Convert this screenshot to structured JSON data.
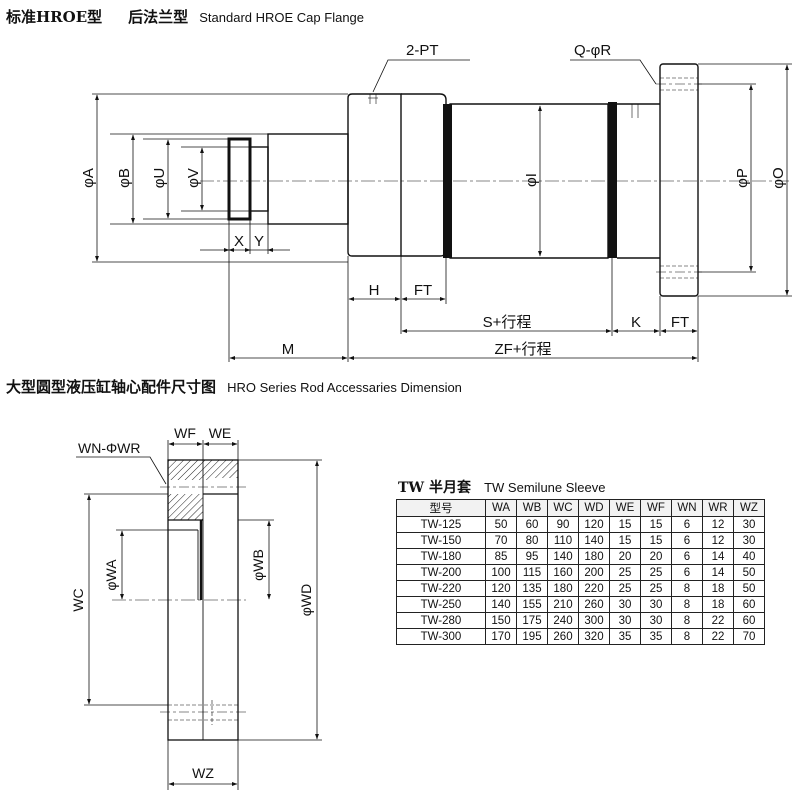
{
  "top_heading": {
    "zh_a": "标准HROE型",
    "zh_b": "后法兰型",
    "en": "Standard HROE  Cap Flange"
  },
  "rod_diagram_labels": {
    "pt": "2-PT",
    "q_r": "Q-φR",
    "dia_a": "φA",
    "dia_b": "φB",
    "dia_u": "φU",
    "dia_v": "φV",
    "dia_i": "φI",
    "dia_p": "φP",
    "dia_o": "φO",
    "x": "X",
    "y": "Y",
    "h": "H",
    "ft_left": "FT",
    "s_stroke": "S+行程",
    "k": "K",
    "ft_right": "FT",
    "m": "M",
    "zf_stroke": "ZF+行程"
  },
  "section_heading": {
    "zh": "大型圆型液压缸轴心配件尺寸图",
    "en": "HRO Series Rod Accessaries Dimension"
  },
  "sleeve_diagram_labels": {
    "wf": "WF",
    "we": "WE",
    "wn_wr": "WN-ΦWR",
    "wc": "WC",
    "wa": "φWA",
    "wb": "φWB",
    "wd": "φWD",
    "wz": "WZ"
  },
  "tw_table": {
    "title_zh": "TW 半月套",
    "title_en": "TW Semilune Sleeve",
    "headers": [
      "型号",
      "WA",
      "WB",
      "WC",
      "WD",
      "WE",
      "WF",
      "WN",
      "WR",
      "WZ"
    ],
    "rows": [
      [
        "TW-125",
        "50",
        "60",
        "90",
        "120",
        "15",
        "15",
        "6",
        "12",
        "30"
      ],
      [
        "TW-150",
        "70",
        "80",
        "110",
        "140",
        "15",
        "15",
        "6",
        "12",
        "30"
      ],
      [
        "TW-180",
        "85",
        "95",
        "140",
        "180",
        "20",
        "20",
        "6",
        "14",
        "40"
      ],
      [
        "TW-200",
        "100",
        "115",
        "160",
        "200",
        "25",
        "25",
        "6",
        "14",
        "50"
      ],
      [
        "TW-220",
        "120",
        "135",
        "180",
        "220",
        "25",
        "25",
        "8",
        "18",
        "50"
      ],
      [
        "TW-250",
        "140",
        "155",
        "210",
        "260",
        "30",
        "30",
        "8",
        "18",
        "60"
      ],
      [
        "TW-280",
        "150",
        "175",
        "240",
        "300",
        "30",
        "30",
        "8",
        "22",
        "60"
      ],
      [
        "TW-300",
        "170",
        "195",
        "260",
        "320",
        "35",
        "35",
        "8",
        "22",
        "70"
      ]
    ]
  }
}
